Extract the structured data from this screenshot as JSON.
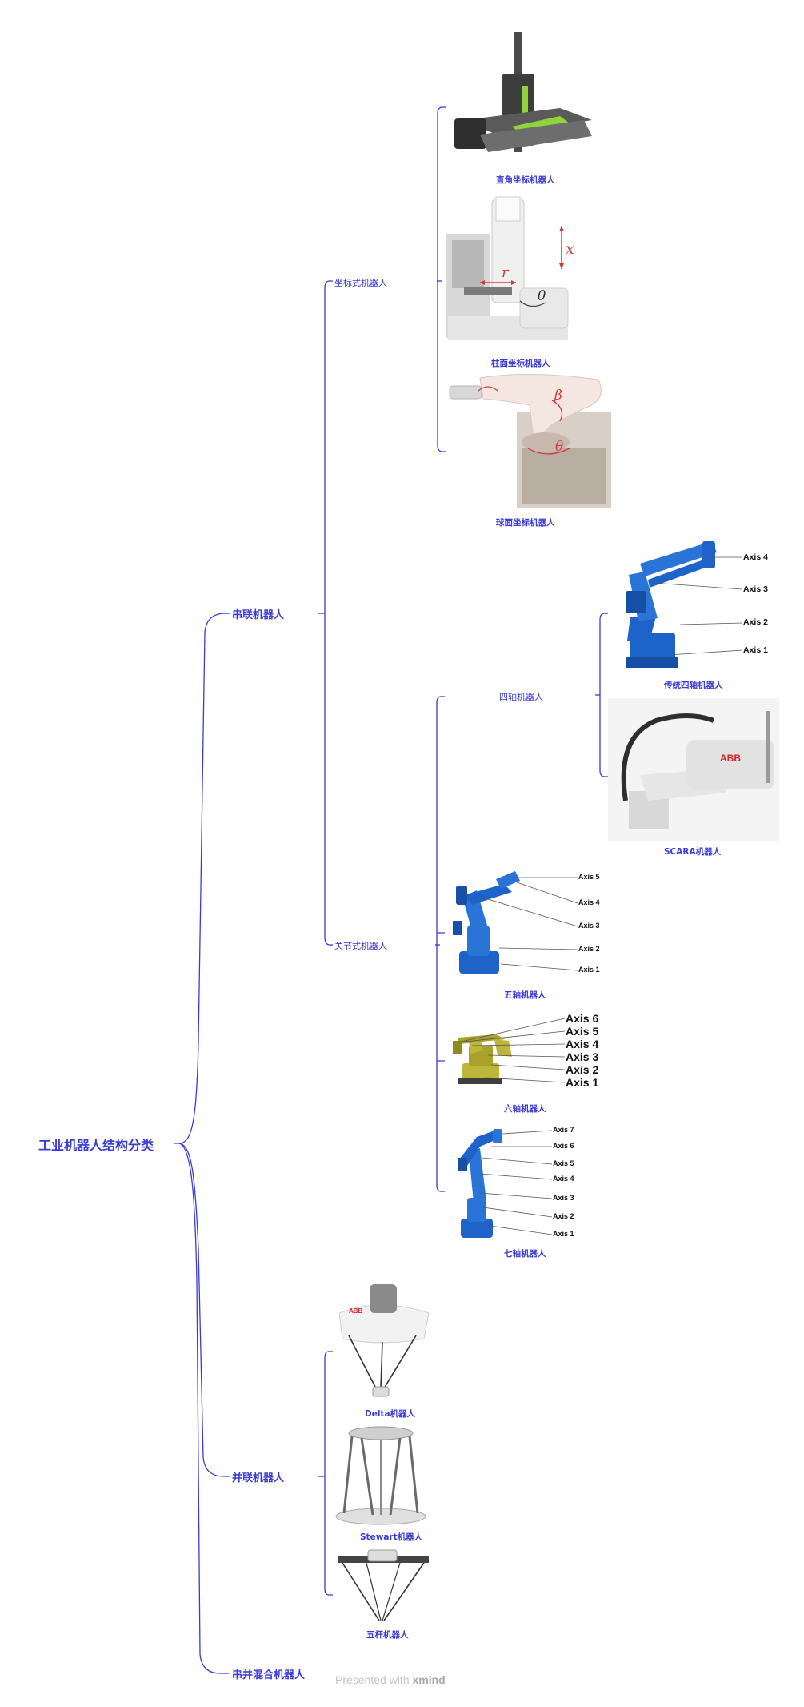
{
  "root": "工业机器人结构分类",
  "branches": {
    "serial": "串联机器人",
    "parallel": "并联机器人",
    "hybrid": "串并混合机器人"
  },
  "serial": {
    "coordinate": "坐标式机器人",
    "articulated": "关节式机器人",
    "four_axis": "四轴机器人"
  },
  "captions": {
    "cartesian": "直角坐标机器人",
    "cylindrical": "柱面坐标机器人",
    "spherical": "球面坐标机器人",
    "trad_four": "传统四轴机器人",
    "scara": "SCARA机器人",
    "five": "五轴机器人",
    "six": "六轴机器人",
    "seven": "七轴机器人",
    "delta": "Delta机器人",
    "stewart": "Stewart机器人",
    "five_bar": "五杆机器人"
  },
  "figure_labels": {
    "r": "r",
    "x": "x",
    "theta": "θ",
    "beta": "β",
    "abb": "ABB"
  },
  "axes": {
    "four": [
      "Axis 4",
      "Axis 3",
      "Axis 2",
      "Axis 1"
    ],
    "five": [
      "Axis 5",
      "Axis 4",
      "Axis 3",
      "Axis 2",
      "Axis 1"
    ],
    "six": [
      "Axis 6",
      "Axis 5",
      "Axis 4",
      "Axis 3",
      "Axis 2",
      "Axis 1"
    ],
    "seven": [
      "Axis 7",
      "Axis 6",
      "Axis 5",
      "Axis 4",
      "Axis 3",
      "Axis 2",
      "Axis 1"
    ]
  },
  "footer": {
    "prefix": "Presented with ",
    "brand": "xmind"
  },
  "colors": {
    "line": "#3a3ad6",
    "robot_blue": "#1d63c9",
    "robot_yellow": "#bdb638",
    "red": "#d23a3a"
  }
}
